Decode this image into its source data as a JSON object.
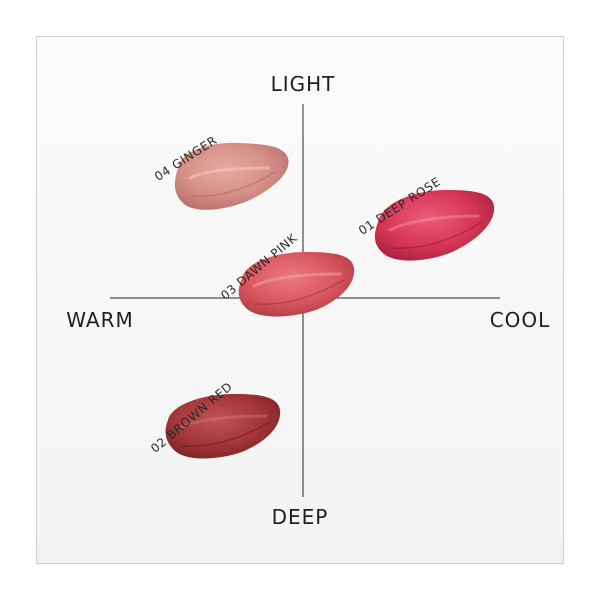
{
  "axes": {
    "top": "LIGHT",
    "bottom": "DEEP",
    "left": "WARM",
    "right": "COOL"
  },
  "swatches": [
    {
      "label": "04 GINGER",
      "color": "#d9938c"
    },
    {
      "label": "01 DEEP ROSE",
      "color": "#d83a5a"
    },
    {
      "label": "03 DAWN PINK",
      "color": "#dc5a63"
    },
    {
      "label": "02 BROWN RED",
      "color": "#a9393c"
    }
  ]
}
